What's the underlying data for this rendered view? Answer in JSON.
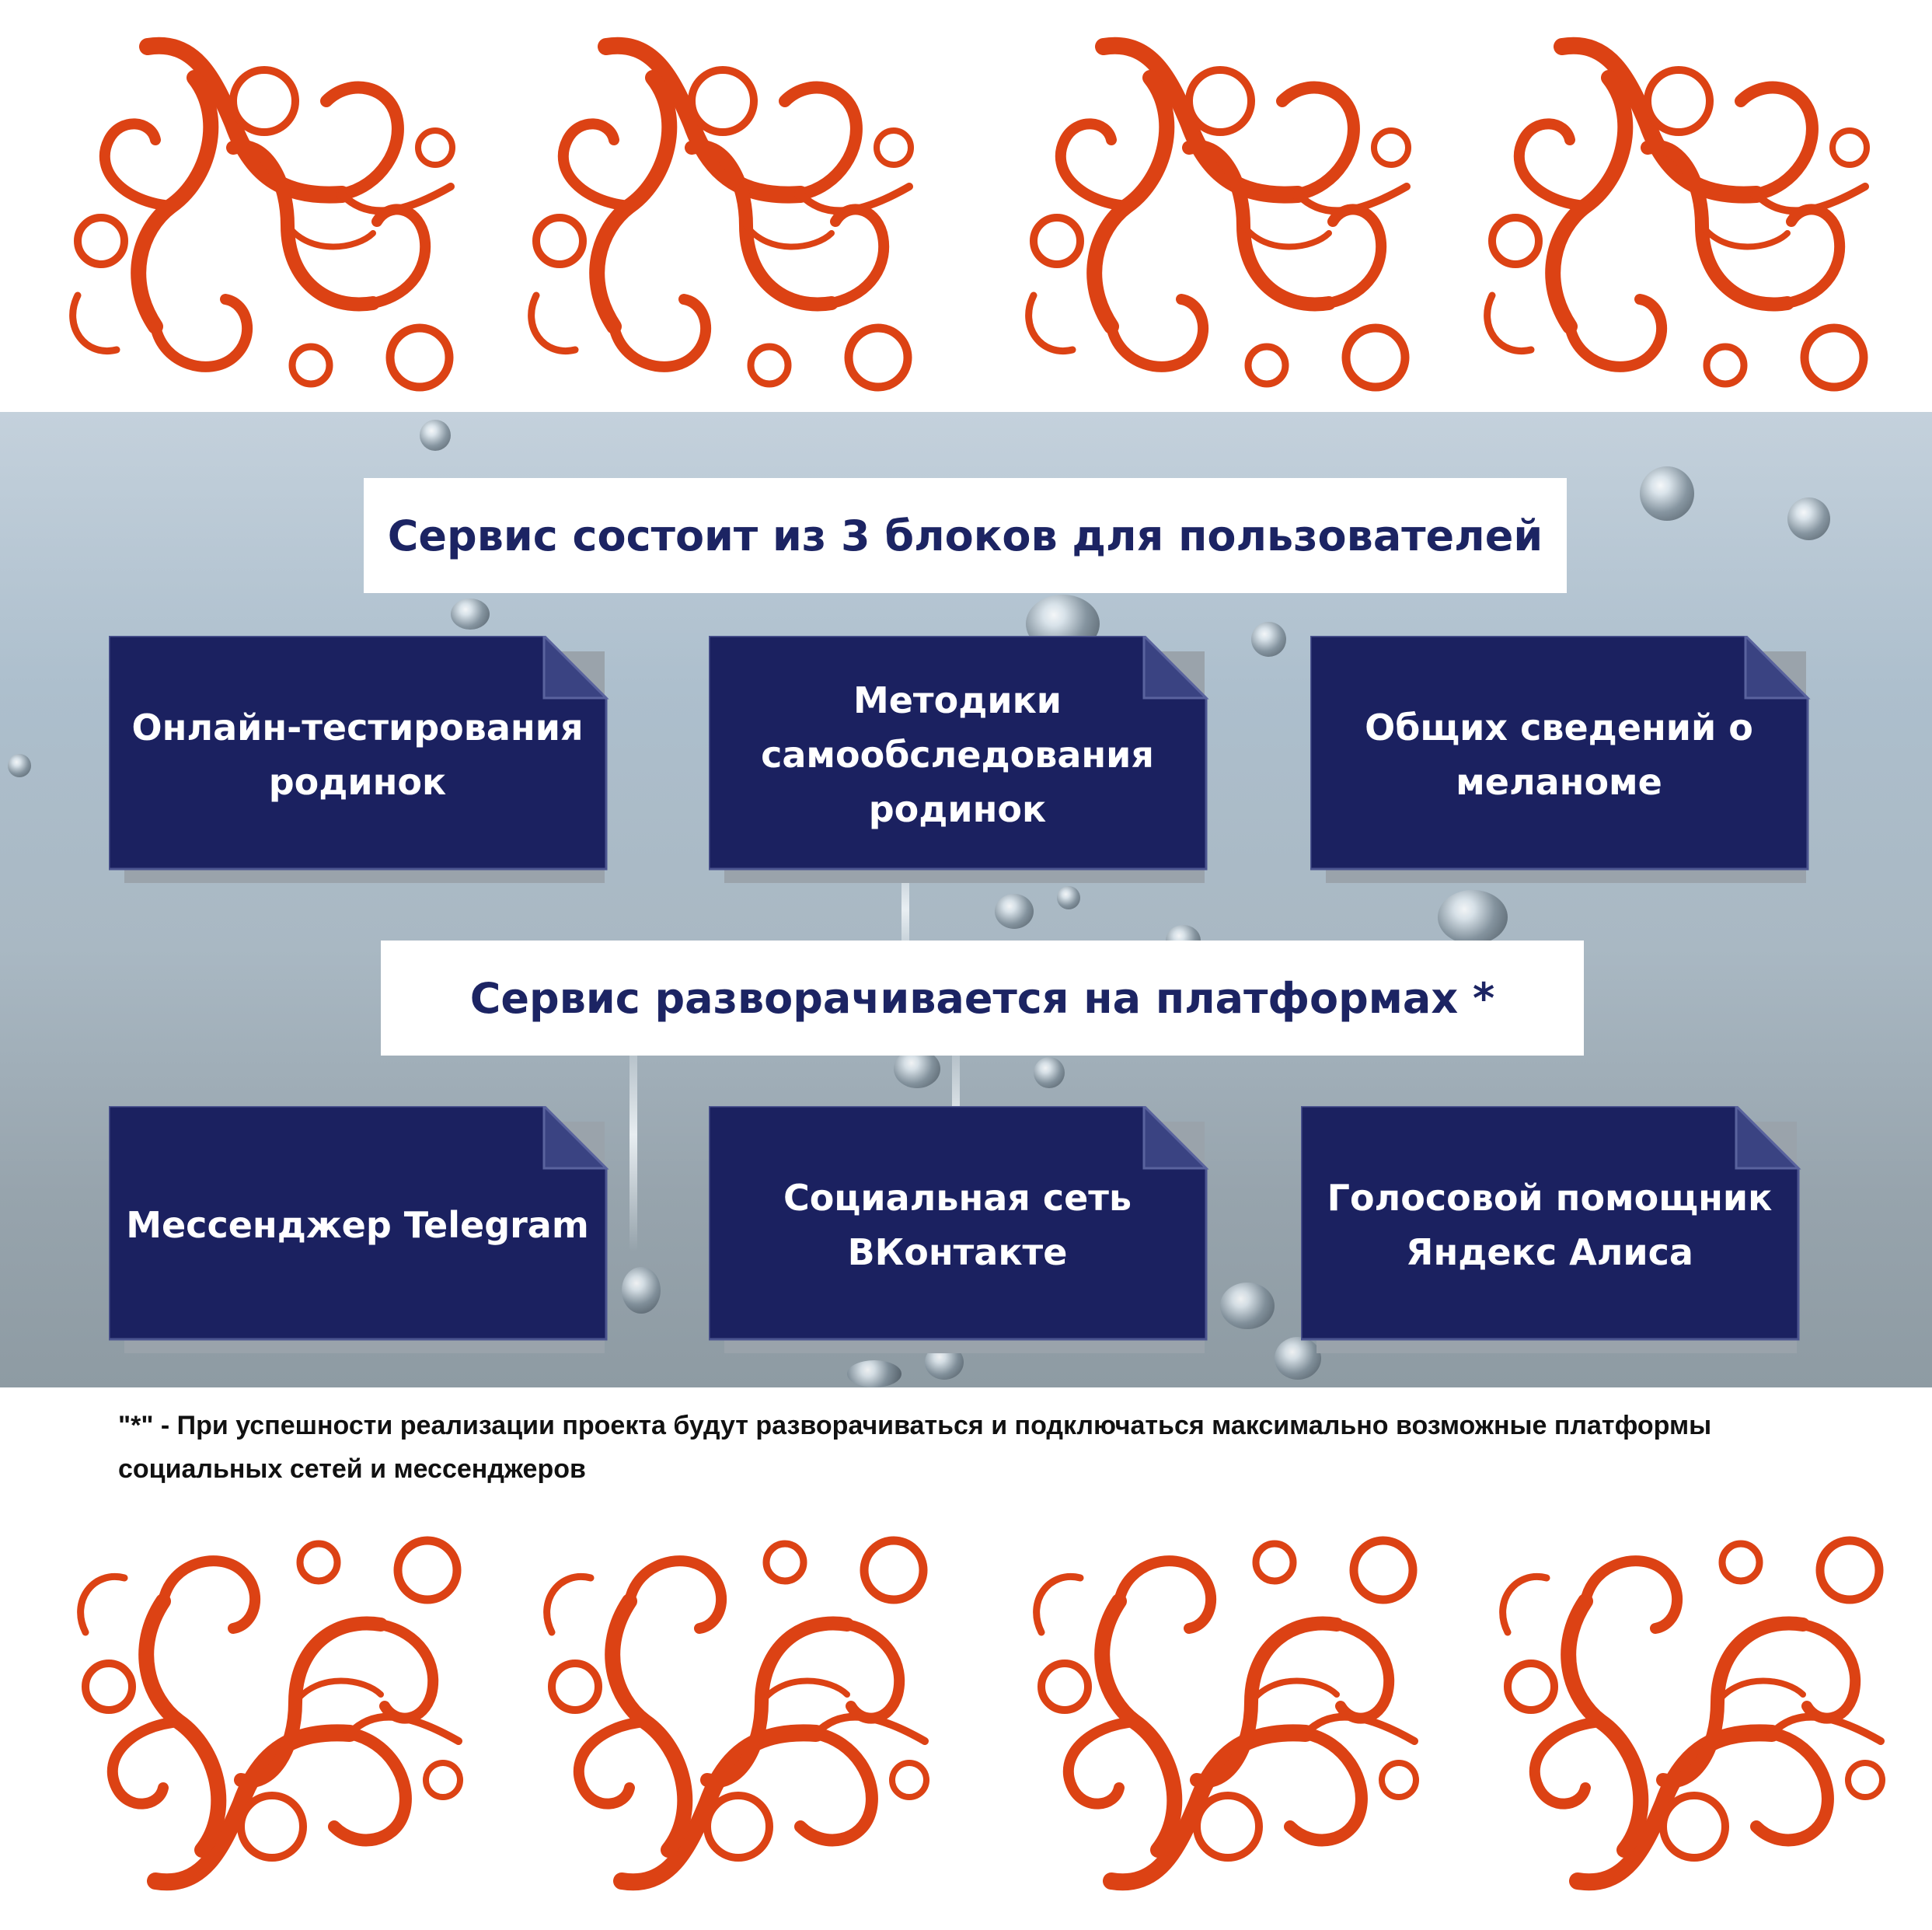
{
  "colors": {
    "ornament": "#dc4214",
    "card_fill": "#1b2160",
    "header_text": "#1c2463"
  },
  "headers": {
    "blocks_title": "Сервис состоит из 3 блоков для пользователей",
    "platforms_title": "Сервис разворачивается на платформах *"
  },
  "blocks": [
    {
      "label": "Онлайн-тестирования родинок"
    },
    {
      "label": "Методики самообследования родинок"
    },
    {
      "label": "Общих сведений о меланоме"
    }
  ],
  "platforms": [
    {
      "label": "Мессенджер Telegram"
    },
    {
      "label": "Социальная сеть ВКонтакте"
    },
    {
      "label": "Голосовой помощник Яндекс Алиса"
    }
  ],
  "footnote": "\"*\" - При успешности реализации проекта будут разворачиваться и подключаться максимально возможные платформы социальных сетей и мессенджеров"
}
